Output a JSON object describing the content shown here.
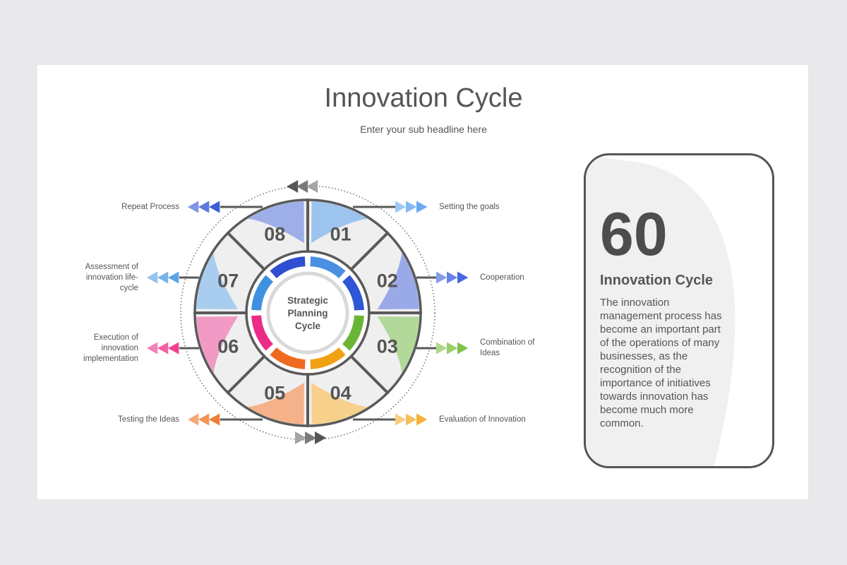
{
  "title": "Innovation Cycle",
  "subtitle": "Enter your sub headline here",
  "center_label": [
    "Strategic",
    "Planning",
    "Cycle"
  ],
  "segments": [
    {
      "number": "01",
      "label": "Setting the goals",
      "color": "#9dc3ef",
      "ring": "#4a90e2",
      "arrow": "#6aaaf0"
    },
    {
      "number": "02",
      "label": "Cooperation",
      "color": "#9aa9e8",
      "ring": "#2e56d6",
      "arrow": "#4466e0"
    },
    {
      "number": "03",
      "label": "Combination of Ideas",
      "color": "#b2d89a",
      "ring": "#6ab536",
      "arrow": "#80c24a"
    },
    {
      "number": "04",
      "label": "Evaluation of Innovation",
      "color": "#f7d08c",
      "ring": "#f2a114",
      "arrow": "#f5b23a"
    },
    {
      "number": "05",
      "label": "Testing the Ideas",
      "color": "#f5b189",
      "ring": "#ef6a1f",
      "arrow": "#f07a30"
    },
    {
      "number": "06",
      "label": "Execution of innovation implementation",
      "color": "#f29ac6",
      "ring": "#ec2b87",
      "arrow": "#ef3d8f"
    },
    {
      "number": "07",
      "label": "Assessment of innovation life-cycle",
      "color": "#a9cdef",
      "ring": "#3f91df",
      "arrow": "#5aa3e6"
    },
    {
      "number": "08",
      "label": "Repeat Process",
      "color": "#9eaee8",
      "ring": "#2e4fcf",
      "arrow": "#3a5bd6"
    }
  ],
  "card": {
    "number": "60",
    "heading": "Innovation Cycle",
    "body": "The innovation management process has become an important part of the operations of many businesses, as the recognition of the importance of initiatives towards innovation has become much more common."
  }
}
